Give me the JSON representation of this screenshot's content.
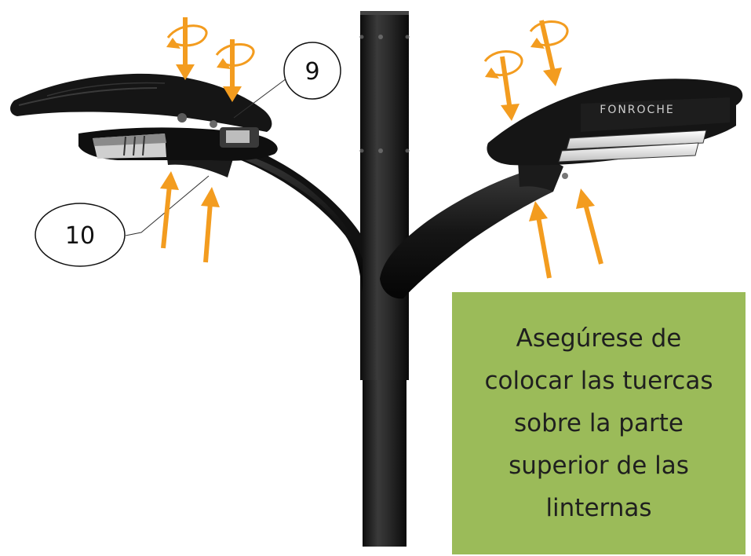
{
  "callouts": {
    "nut_top": "9",
    "bolt_bottom": "10"
  },
  "note": {
    "lines": [
      "Asegúrese de",
      "colocar las tuercas",
      "sobre la parte",
      "superior de las",
      "linternas"
    ]
  },
  "luminaire_brand": "FONROCHE",
  "icons": {
    "rotate": "clockwise-rotate-icon",
    "down": "arrow-down-icon",
    "up": "arrow-up-icon"
  },
  "colors": {
    "arrow": "#F39C1F",
    "note_background": "#9BBB59",
    "pole": "#1c1c1c",
    "fixture": "#141414"
  }
}
